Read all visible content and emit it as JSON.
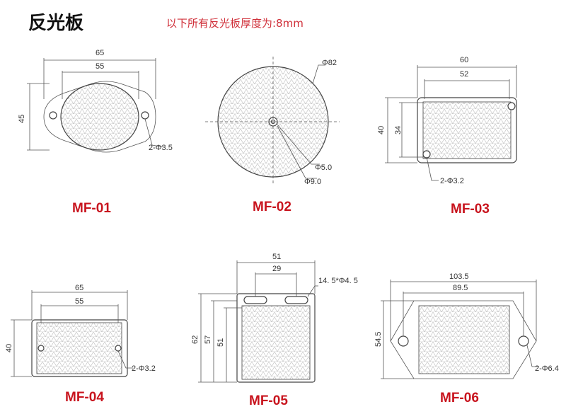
{
  "header": {
    "title": "反光板",
    "note": "以下所有反光板厚度为:8mm"
  },
  "models": [
    {
      "id": "mf01",
      "label": "MF-01",
      "dims": {
        "w1": "65",
        "w2": "55",
        "h": "45",
        "hole": "2-Φ3.5"
      }
    },
    {
      "id": "mf02",
      "label": "MF-02",
      "dims": {
        "d": "Φ82",
        "c1": "Φ5.0",
        "c2": "Φ9.0"
      }
    },
    {
      "id": "mf03",
      "label": "MF-03",
      "dims": {
        "w1": "60",
        "w2": "52",
        "h1": "40",
        "h2": "34",
        "hole": "2-Φ3.2"
      }
    },
    {
      "id": "mf04",
      "label": "MF-04",
      "dims": {
        "w1": "65",
        "w2": "55",
        "h": "40",
        "hole": "2-Φ3.2"
      }
    },
    {
      "id": "mf05",
      "label": "MF-05",
      "dims": {
        "w1": "51",
        "w2": "29",
        "slot": "14. 5*Φ4. 5",
        "h1": "62",
        "h2": "57",
        "h3": "51"
      }
    },
    {
      "id": "mf06",
      "label": "MF-06",
      "dims": {
        "w1": "103.5",
        "w2": "89.5",
        "h": "54.5",
        "hole": "2-Φ6.4"
      }
    }
  ],
  "colors": {
    "label": "#c8141e",
    "note": "#d0303a"
  }
}
